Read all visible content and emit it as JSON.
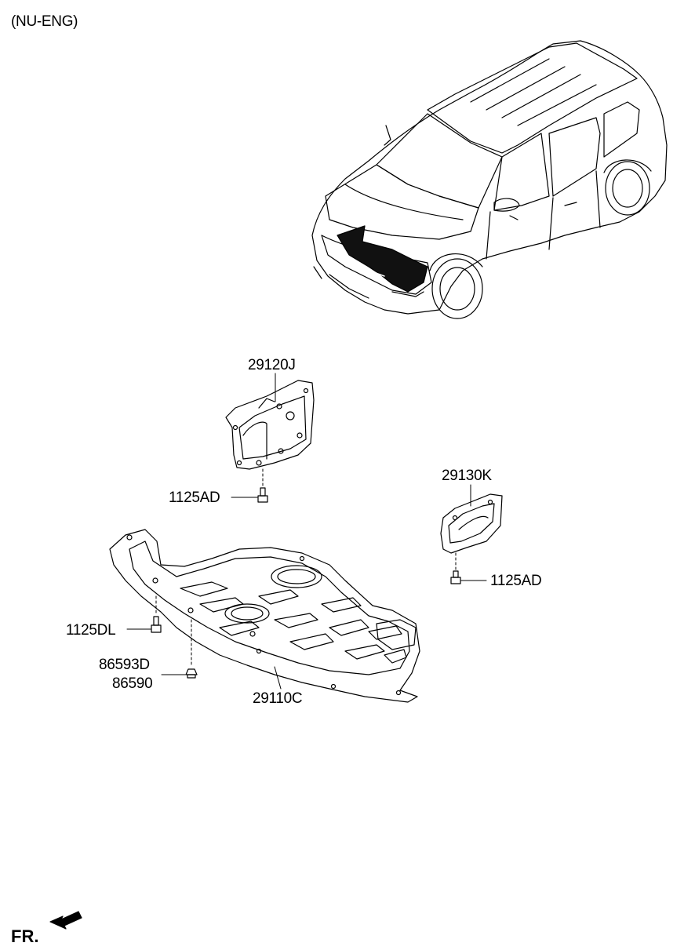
{
  "header": {
    "variant": "(NU-ENG)"
  },
  "labels": {
    "engine_cover_upper": "29120J",
    "bolt_upper": "1125AD",
    "side_cover": "29130K",
    "bolt_side": "1125AD",
    "bolt_front": "1125DL",
    "clip_a": "86593D",
    "clip_b": "86590",
    "under_cover": "29110C"
  },
  "footer": {
    "direction": "FR."
  }
}
